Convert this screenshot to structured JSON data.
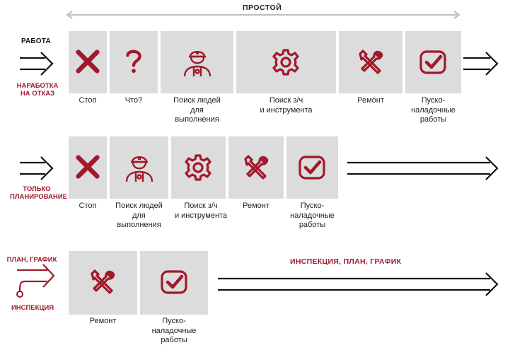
{
  "header": {
    "title": "ПРОСТОЙ"
  },
  "colors": {
    "accent": "#a0192b",
    "box": "#dcdcdc",
    "line": "#111111"
  },
  "row1": {
    "left_label": "РАБОТА",
    "left_red_line1": "НАРАБОТКА",
    "left_red_line2": "НА ОТКАЗ",
    "steps": [
      {
        "icon": "x-icon",
        "line1": "Стоп",
        "line2": "",
        "line3": ""
      },
      {
        "icon": "question-icon",
        "line1": "Что?",
        "line2": "",
        "line3": ""
      },
      {
        "icon": "worker-icon",
        "line1": "Поиск людей",
        "line2": "для",
        "line3": "выполнения"
      },
      {
        "icon": "gear-icon",
        "line1": "Поиск з/ч",
        "line2": "и инструмента",
        "line3": ""
      },
      {
        "icon": "tools-icon",
        "line1": "Ремонт",
        "line2": "",
        "line3": ""
      },
      {
        "icon": "check-icon",
        "line1": "Пуско-",
        "line2": "наладочные",
        "line3": "работы"
      }
    ]
  },
  "row2": {
    "left_red_line1": "ТОЛЬКО",
    "left_red_line2": "ПЛАНИРОВАНИЕ",
    "steps": [
      {
        "icon": "x-icon",
        "line1": "Стоп",
        "line2": "",
        "line3": ""
      },
      {
        "icon": "worker-icon",
        "line1": "Поиск людей",
        "line2": "для",
        "line3": "выполнения"
      },
      {
        "icon": "gear-icon",
        "line1": "Поиск з/ч",
        "line2": "и инструмента",
        "line3": ""
      },
      {
        "icon": "tools-icon",
        "line1": "Ремонт",
        "line2": "",
        "line3": ""
      },
      {
        "icon": "check-icon",
        "line1": "Пуско-",
        "line2": "наладочные",
        "line3": "работы"
      }
    ]
  },
  "row3": {
    "left_red_top": "ПЛАН, ГРАФИК",
    "left_red_bottom": "ИНСПЕКЦИЯ",
    "right_title": "ИНСПЕКЦИЯ, ПЛАН, ГРАФИК",
    "steps": [
      {
        "icon": "tools-icon",
        "line1": "Ремонт",
        "line2": "",
        "line3": ""
      },
      {
        "icon": "check-icon",
        "line1": "Пуско-",
        "line2": "наладочные",
        "line3": "работы"
      }
    ]
  }
}
